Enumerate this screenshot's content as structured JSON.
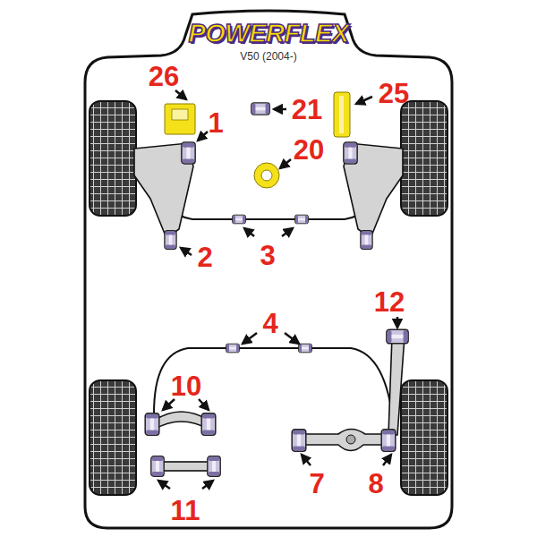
{
  "diagram": {
    "labels": [
      "POWERFLEX",
      "V50 (2004-)",
      "26",
      "1",
      "21",
      "25",
      "20",
      "2",
      "3",
      "4",
      "12",
      "10",
      "7",
      "8",
      "11"
    ]
  }
}
